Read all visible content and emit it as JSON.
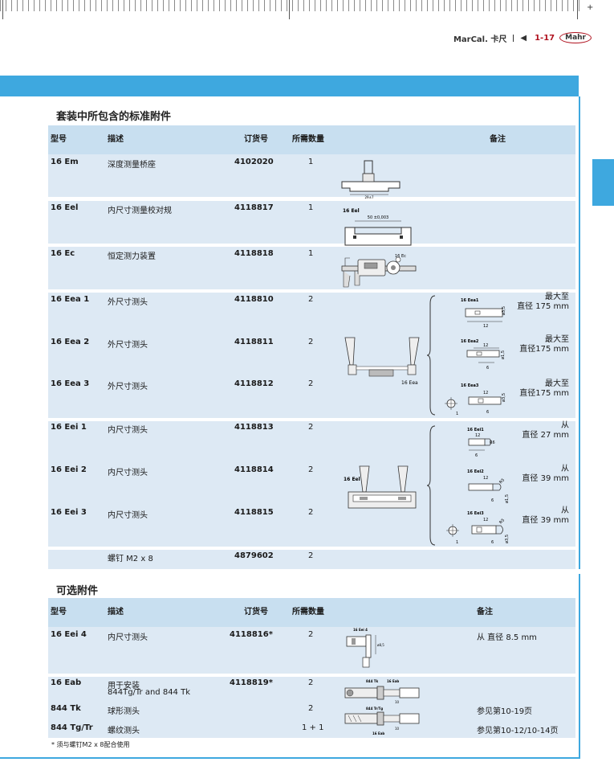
{
  "header": {
    "product": "MarCal. 卡尺",
    "page": "1-17",
    "brand": "Mahr"
  },
  "section1": {
    "title": "套装中所包含的标准附件",
    "columns": {
      "model": "型号",
      "desc": "描述",
      "order": "订货号",
      "qty": "所需数量",
      "note": "备注"
    },
    "rows": [
      {
        "model": "16 Em",
        "desc": "深度测量桥座",
        "order": "4102020",
        "qty": "1"
      },
      {
        "model": "16 Eel",
        "desc": "内尺寸测量校对规",
        "order": "4118817",
        "qty": "1"
      },
      {
        "model": "16 Ec",
        "desc": "恒定测力装置",
        "order": "4118818",
        "qty": "1"
      },
      {
        "model": "16 Eea 1",
        "desc": "外尺寸测头",
        "order": "4118810",
        "qty": "2",
        "note1": "最大至",
        "note2": "直径 175 mm"
      },
      {
        "model": "16 Eea 2",
        "desc": "外尺寸测头",
        "order": "4118811",
        "qty": "2",
        "note1": "最大至",
        "note2": "直径175 mm"
      },
      {
        "model": "16 Eea 3",
        "desc": "外尺寸测头",
        "order": "4118812",
        "qty": "2",
        "note1": "最大至",
        "note2": "直径175 mm"
      },
      {
        "model": "16 Eei 1",
        "desc": "内尺寸测头",
        "order": "4118813",
        "qty": "2",
        "note1": "从",
        "note2": "直径 27 mm"
      },
      {
        "model": "16 Eei 2",
        "desc": "内尺寸测头",
        "order": "4118814",
        "qty": "2",
        "note1": "从",
        "note2": "直径 39 mm"
      },
      {
        "model": "16 Eei 3",
        "desc": "内尺寸测头",
        "order": "4118815",
        "qty": "2",
        "note1": "从",
        "note2": "直径 39 mm"
      },
      {
        "model": "",
        "desc": "螺钉 M2 x 8",
        "order": "4879602",
        "qty": "2"
      }
    ],
    "figure_labels": {
      "em_dim": "29±7",
      "eel_label": "16 Eel",
      "eel_dim": "50 ±0,003",
      "ec_label": "16 Ec",
      "eea_label": "16 Eea",
      "eea1": "16 Eea1",
      "eea2": "16 Eea2",
      "eea3": "16 Eea3",
      "eea_len": "12",
      "eea_small": "6",
      "eea_d1": "ø3,5",
      "eea_d2": "ø1,5",
      "eea_d3": "ø3,5",
      "eei_label": "16 Eel",
      "eei1": "16 Eei1",
      "eei2": "16 Eei2",
      "eei3": "16 Eei3",
      "eei_len": "12",
      "eei_small": "6",
      "eei_r": "R6",
      "eei_r2": "R5",
      "eei_d": "ø1,5",
      "one": "1"
    }
  },
  "section2": {
    "title": "可选附件",
    "columns": {
      "model": "型号",
      "desc": "描述",
      "order": "订货号",
      "qty": "所需数量",
      "note": "备注"
    },
    "rows": [
      {
        "model": "16 Eei 4",
        "desc": "内尺寸测头",
        "order": "4118816*",
        "qty": "2",
        "note": "从 直径 8.5 mm"
      },
      {
        "model": "16 Eab",
        "desc": "用于安装",
        "desc2": "844Tg/Tr and 844 Tk",
        "order": "4118819*",
        "qty": "2",
        "note": ""
      },
      {
        "model": "844 Tk",
        "desc": "球形测头",
        "order": "",
        "qty": "2",
        "note": "参见第10-19页"
      },
      {
        "model": "844 Tg/Tr",
        "desc": "螺纹测头",
        "order": "",
        "qty": "1 + 1",
        "note": "参见第10-12/10-14页"
      }
    ],
    "figure_labels": {
      "eei4": "16 Eei 4",
      "eei4_d": "ø8,5",
      "tk": "844 Tk",
      "eab": "16 Eab",
      "tgtr": "844 Tr/Tg",
      "eab2": "16 Eab",
      "ten": "10"
    }
  },
  "footnote": "* 须与螺钉M2 x 8配合使用"
}
